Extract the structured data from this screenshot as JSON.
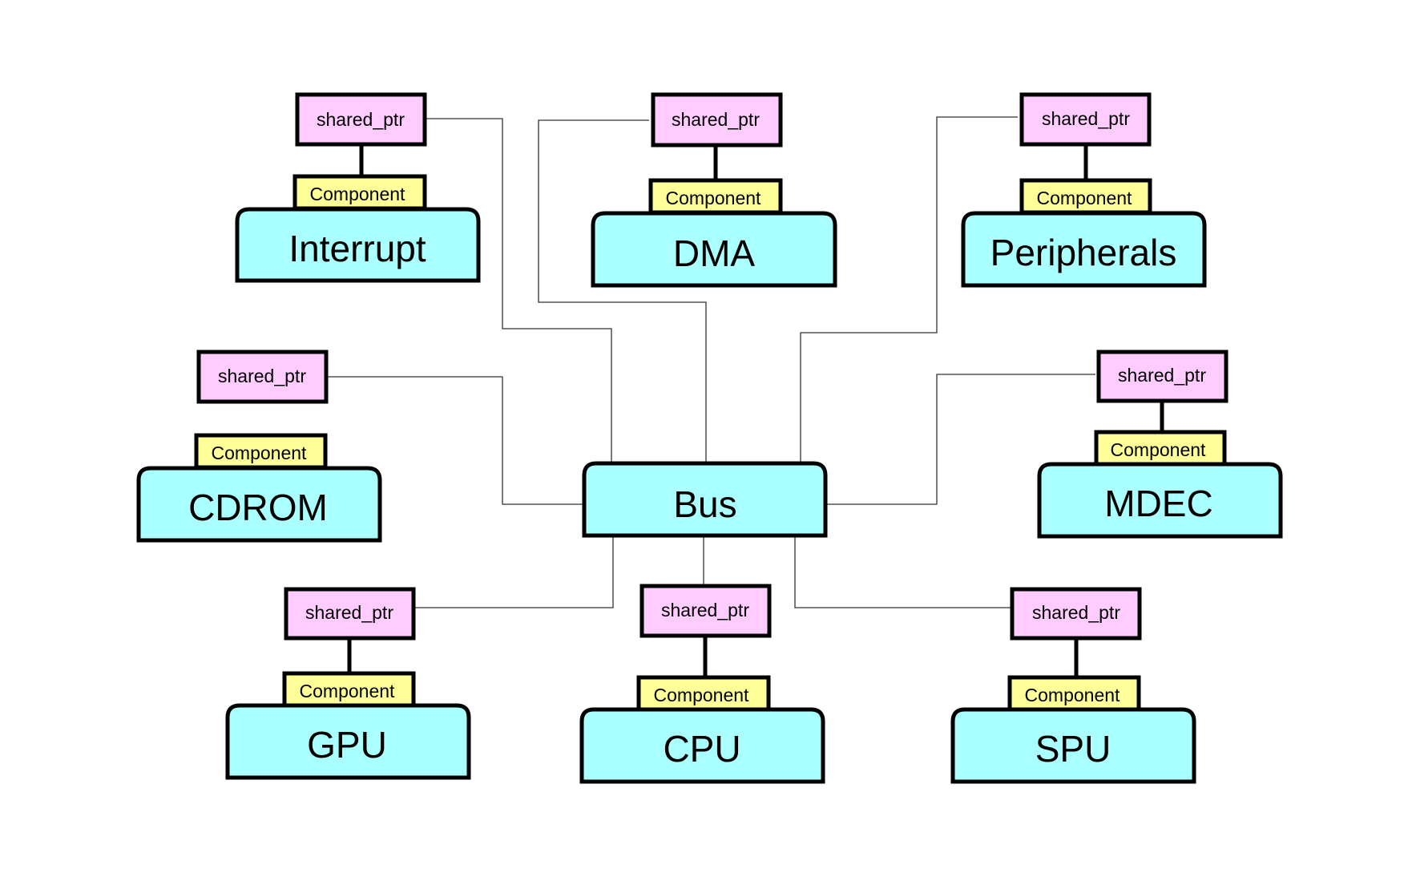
{
  "diagram": {
    "hub": {
      "id": "bus",
      "label": "Bus",
      "color": "#aaffff"
    },
    "colors": {
      "shared_ptr": "#ffccff",
      "component": "#ffff99",
      "main": "#aaffff",
      "border": "#000000",
      "connector": "#333333"
    },
    "nodes": [
      {
        "id": "interrupt",
        "label": "Interrupt",
        "ptr_label": "shared_ptr",
        "component_label": "Component",
        "ptr_attached": true
      },
      {
        "id": "dma",
        "label": "DMA",
        "ptr_label": "shared_ptr",
        "component_label": "Component",
        "ptr_attached": true
      },
      {
        "id": "peripherals",
        "label": "Peripherals",
        "ptr_label": "shared_ptr",
        "component_label": "Component",
        "ptr_attached": true
      },
      {
        "id": "cdrom",
        "label": "CDROM",
        "ptr_label": "shared_ptr",
        "component_label": "Component",
        "ptr_attached": false
      },
      {
        "id": "mdec",
        "label": "MDEC",
        "ptr_label": "shared_ptr",
        "component_label": "Component",
        "ptr_attached": true
      },
      {
        "id": "gpu",
        "label": "GPU",
        "ptr_label": "shared_ptr",
        "component_label": "Component",
        "ptr_attached": true
      },
      {
        "id": "cpu",
        "label": "CPU",
        "ptr_label": "shared_ptr",
        "component_label": "Component",
        "ptr_attached": true
      },
      {
        "id": "spu",
        "label": "SPU",
        "ptr_label": "shared_ptr",
        "component_label": "Component",
        "ptr_attached": true
      }
    ]
  }
}
